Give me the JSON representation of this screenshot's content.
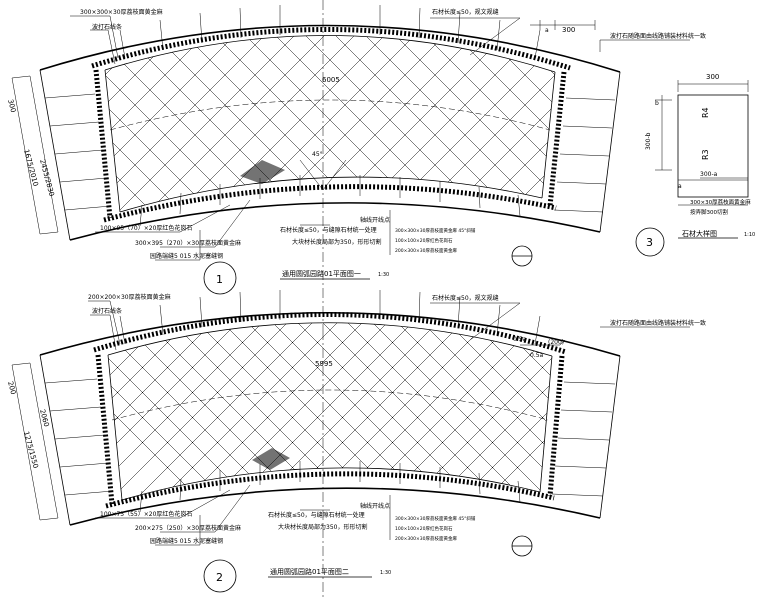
{
  "plan1": {
    "top_dims": [
      "300×300×30厚荔枝面黄金麻",
      "波打石线条"
    ],
    "stone_note": "石材长度≤50，规文规缝",
    "right_note": "波打石随路面由线路铺装材料统一致",
    "center_width": "6005",
    "angle": "45°",
    "left_dims": [
      "300",
      "1675/2010",
      "2455/2830"
    ],
    "right_dims": [
      "a",
      "300"
    ],
    "bottom_left_notes": [
      "100×95（70）×20厚红色花岗石",
      "300×395（270）×30厚荔枝面黄金麻",
      "园路端缝5 015 水泥塞缝钢"
    ],
    "bottom_mid_notes": [
      "石材长度≤50，与缝隙石材统一处理",
      "大块材长度局部为350，形形切割"
    ],
    "axis_note": "轴线开线点",
    "legend_notes": [
      "300×300×30厚荔枝面黄金麻 45°斜铺",
      "100×100×20厚红色花岗石",
      "200×300×30厚荔枝面黄金麻"
    ],
    "label_no": "1",
    "title": "通用圆弧园路01平面图一",
    "scale": "1:30"
  },
  "detail": {
    "top": "300",
    "left": "300-b",
    "r4": "R4",
    "r3": "R3",
    "bottom": "300-a",
    "a": "a",
    "b": "b",
    "note1": "300×30厚荔枝面黄金麻",
    "note2": "按弄脚300切割",
    "label_no": "3",
    "title": "石材大样图",
    "scale": "1:10"
  },
  "plan2": {
    "top_dims": [
      "200×200×30厚荔枝面黄金麻",
      "波打石线条"
    ],
    "stone_note": "石材长度≤50，规文规缝",
    "right_note": "波打石随路面由线路铺装材料统一致",
    "center_width": "5995",
    "left_dims": [
      "200",
      "1275/1550",
      "2060"
    ],
    "right_dims": [
      "0.5a",
      "0.5a",
      "(200)"
    ],
    "bottom_left_notes": [
      "100×75（55）×20厚红色花岗石",
      "200×275（250）×30厚荔枝面黄金麻",
      "园路端缝5 015 水泥塞缝钢"
    ],
    "bottom_mid_notes": [
      "石材长度≤50，与缝隙石材统一处理",
      "大块材长度局部为350，形形切割"
    ],
    "axis_note": "轴线开线点",
    "legend_notes": [
      "300×300×30厚荔枝面黄金麻 45°斜铺",
      "100×100×20厚红色花岗石",
      "200×300×30厚荔枝面黄金麻"
    ],
    "label_no": "2",
    "title": "通用圆弧园路01平面图二",
    "scale": "1:30"
  }
}
